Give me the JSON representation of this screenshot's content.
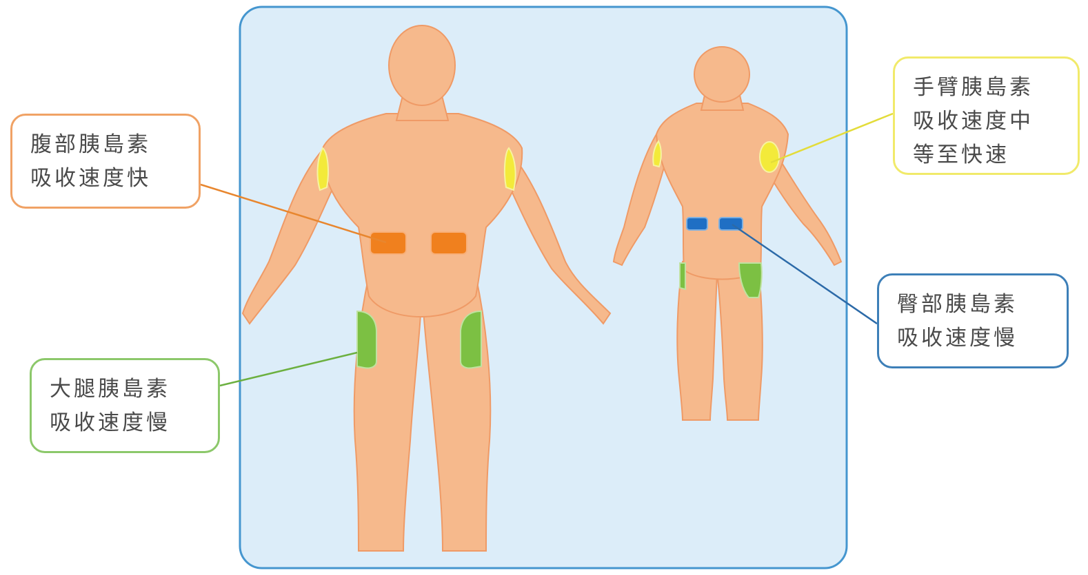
{
  "colors": {
    "panel_fill": "#dcedf9",
    "panel_border": "#4596cf",
    "skin": "#f6b98c",
    "skin_shadow": "#ef9a66",
    "abdomen_zone": "#f0801e",
    "thigh_zone": "#7cc043",
    "arm_zone": "#f3ea3a",
    "buttock_zone": "#1f6fc4"
  },
  "callouts": {
    "abdomen": {
      "line1": "腹部胰島素",
      "line2": "吸收速度快",
      "color": "#f0a265"
    },
    "thigh": {
      "line1": "大腿胰島素",
      "line2": "吸收速度慢",
      "color": "#8cc86a"
    },
    "arm": {
      "line1": "手臂胰島素",
      "line2": "吸收速度中",
      "line3": "等至快速",
      "color": "#f1ea6a"
    },
    "buttock": {
      "line1": "臀部胰島素",
      "line2": "吸收速度慢",
      "color": "#3d7fb8"
    }
  }
}
